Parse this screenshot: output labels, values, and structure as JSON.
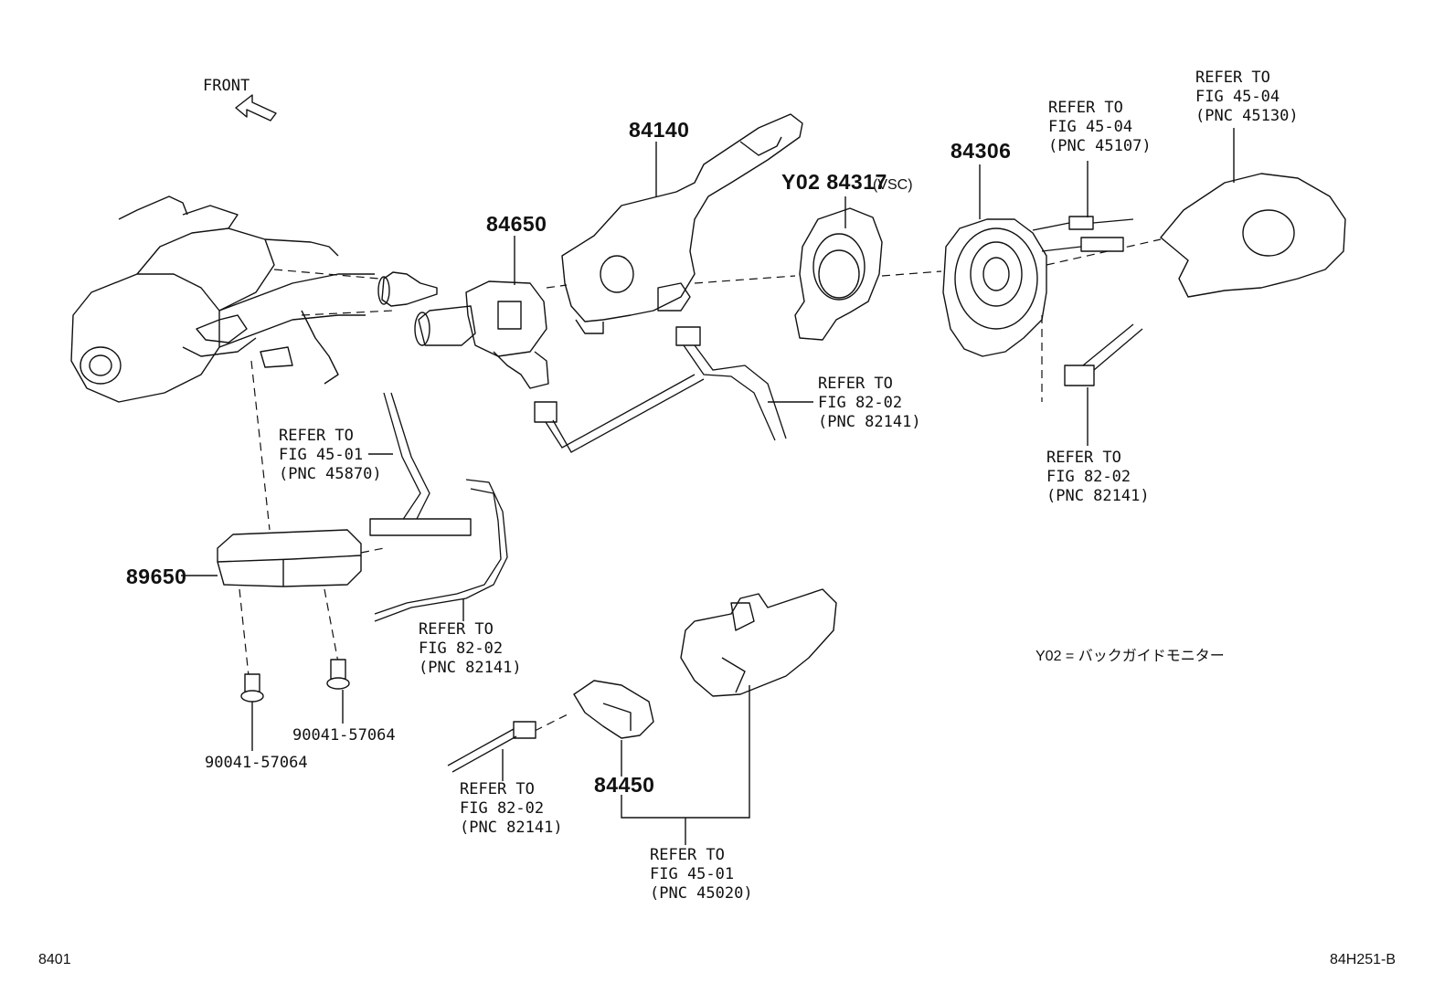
{
  "front_label": "FRONT",
  "part_numbers": {
    "p84140": "84140",
    "p84650": "84650",
    "p84317_prefix": "Y02 84317",
    "p84317_suffix": "(VSC)",
    "p84306": "84306",
    "p89650": "89650",
    "p84450": "84450",
    "bolt_left": "90041-57064",
    "bolt_right": "90041-57064"
  },
  "refs": {
    "r4504_airbag": [
      "REFER TO",
      "FIG 45-04",
      "(PNC 45130)"
    ],
    "r4504_conn": [
      "REFER TO",
      "FIG 45-04",
      "(PNC 45107)"
    ],
    "r8202_center": [
      "REFER TO",
      "FIG 82-02",
      "(PNC 82141)"
    ],
    "r8202_right": [
      "REFER TO",
      "FIG 82-02",
      "(PNC 82141)"
    ],
    "r4501_left": [
      "REFER TO",
      "FIG 45-01",
      "(PNC 45870)"
    ],
    "r8202_mid": [
      "REFER TO",
      "FIG 82-02",
      "(PNC 82141)"
    ],
    "r8202_bottom": [
      "REFER TO",
      "FIG 82-02",
      "(PNC 82141)"
    ],
    "r4501_bottom": [
      "REFER TO",
      "FIG 45-01",
      "(PNC 45020)"
    ]
  },
  "note": "Y02 = バックガイドモニター",
  "page_code_left": "8401",
  "page_code_right": "84H251-B"
}
